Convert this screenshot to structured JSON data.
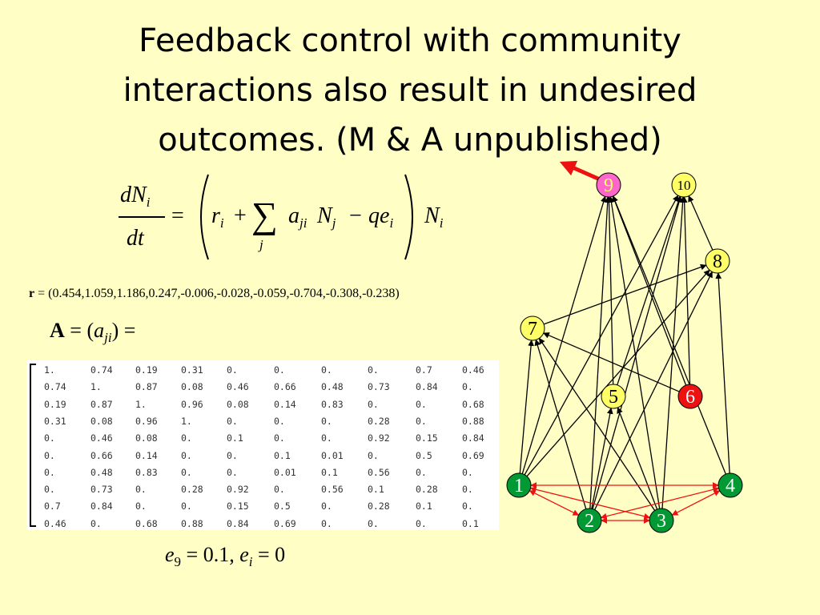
{
  "title": {
    "line1": "Feedback control with community",
    "line2": "interactions also result in undesired",
    "line3": "outcomes. (M & A unpublished)"
  },
  "equation": {
    "dN": "dN",
    "i": "i",
    "dt": "dt",
    "equals": "=",
    "r": "r",
    "plus": "+",
    "sum": "∑",
    "j": "j",
    "a": "a",
    "ji": "ji",
    "N": "N",
    "minus": "−",
    "qe": "qe"
  },
  "r_vector": {
    "label": "r",
    "value": " = (0.454,1.059,1.186,0.247,-0.006,-0.028,-0.059,-0.704,-0.308,-0.238)"
  },
  "a_label": {
    "A": "A",
    "eq_open": " = (",
    "a": "a",
    "ji": "ji",
    "close": ") ="
  },
  "matrix": {
    "rows": [
      [
        "1.",
        "0.74",
        "0.19",
        "0.31",
        "0.",
        "0.",
        "0.",
        "0.",
        "0.7",
        "0.46"
      ],
      [
        "0.74",
        "1.",
        "0.87",
        "0.08",
        "0.46",
        "0.66",
        "0.48",
        "0.73",
        "0.84",
        "0."
      ],
      [
        "0.19",
        "0.87",
        "1.",
        "0.96",
        "0.08",
        "0.14",
        "0.83",
        "0.",
        "0.",
        "0.68"
      ],
      [
        "0.31",
        "0.08",
        "0.96",
        "1.",
        "0.",
        "0.",
        "0.",
        "0.28",
        "0.",
        "0.88"
      ],
      [
        "0.",
        "0.46",
        "0.08",
        "0.",
        "0.1",
        "0.",
        "0.",
        "0.92",
        "0.15",
        "0.84"
      ],
      [
        "0.",
        "0.66",
        "0.14",
        "0.",
        "0.",
        "0.1",
        "0.01",
        "0.",
        "0.5",
        "0.69"
      ],
      [
        "0.",
        "0.48",
        "0.83",
        "0.",
        "0.",
        "0.01",
        "0.1",
        "0.56",
        "0.",
        "0."
      ],
      [
        "0.",
        "0.73",
        "0.",
        "0.28",
        "0.92",
        "0.",
        "0.56",
        "0.1",
        "0.28",
        "0."
      ],
      [
        "0.7",
        "0.84",
        "0.",
        "0.",
        "0.15",
        "0.5",
        "0.",
        "0.28",
        "0.1",
        "0."
      ],
      [
        "0.46",
        "0.",
        "0.68",
        "0.88",
        "0.84",
        "0.69",
        "0.",
        "0.",
        "0.",
        "0.1"
      ]
    ]
  },
  "e_values": {
    "e": "e",
    "nine": "9",
    "part1": " = 0.1, ",
    "i": "i",
    "part2": " = 0"
  },
  "network": {
    "colors": {
      "green": "#009933",
      "yellow": "#ffff66",
      "red": "#ee1111",
      "pink": "#ff66cc",
      "black": "#000000"
    },
    "nodes": [
      {
        "id": "1",
        "label": "1",
        "fill": "green",
        "text": "white"
      },
      {
        "id": "2",
        "label": "2",
        "fill": "green",
        "text": "white"
      },
      {
        "id": "3",
        "label": "3",
        "fill": "green",
        "text": "white"
      },
      {
        "id": "4",
        "label": "4",
        "fill": "green",
        "text": "white"
      },
      {
        "id": "5",
        "label": "5",
        "fill": "yellow",
        "text": "black"
      },
      {
        "id": "6",
        "label": "6",
        "fill": "red",
        "text": "white"
      },
      {
        "id": "7",
        "label": "7",
        "fill": "yellow",
        "text": "black"
      },
      {
        "id": "8",
        "label": "8",
        "fill": "yellow",
        "text": "black"
      },
      {
        "id": "9",
        "label": "9",
        "fill": "pink",
        "text": "yellow"
      },
      {
        "id": "10",
        "label": "10",
        "fill": "yellow",
        "text": "black"
      }
    ],
    "black_edges": [
      [
        "1",
        "7"
      ],
      [
        "1",
        "8"
      ],
      [
        "1",
        "10"
      ],
      [
        "1",
        "9"
      ],
      [
        "2",
        "7"
      ],
      [
        "2",
        "9"
      ],
      [
        "2",
        "10"
      ],
      [
        "2",
        "5"
      ],
      [
        "2",
        "8"
      ],
      [
        "3",
        "9"
      ],
      [
        "3",
        "10"
      ],
      [
        "3",
        "5"
      ],
      [
        "3",
        "7"
      ],
      [
        "4",
        "8"
      ],
      [
        "4",
        "9"
      ],
      [
        "5",
        "9"
      ],
      [
        "5",
        "10"
      ],
      [
        "6",
        "9"
      ],
      [
        "6",
        "7"
      ],
      [
        "6",
        "10"
      ],
      [
        "7",
        "8"
      ],
      [
        "8",
        "10"
      ]
    ],
    "red_edges": [
      [
        "1",
        "4"
      ],
      [
        "1",
        "2"
      ],
      [
        "1",
        "3"
      ],
      [
        "2",
        "3"
      ],
      [
        "2",
        "4"
      ],
      [
        "3",
        "4"
      ]
    ]
  }
}
